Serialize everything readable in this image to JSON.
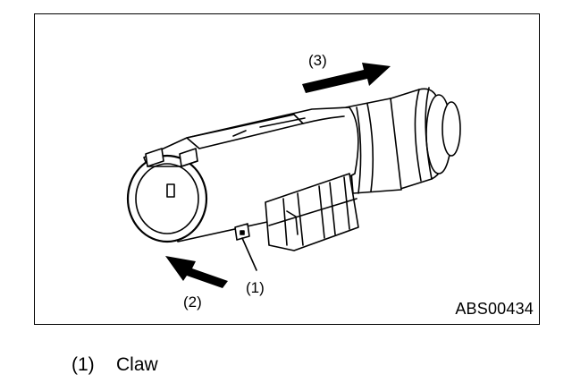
{
  "figure": {
    "code": "ABS00434",
    "callouts": {
      "claw": "(1)",
      "arrow_press": "(2)",
      "arrow_pull": "(3)"
    }
  },
  "legend": [
    {
      "number": "(1)",
      "label": "Claw"
    }
  ]
}
